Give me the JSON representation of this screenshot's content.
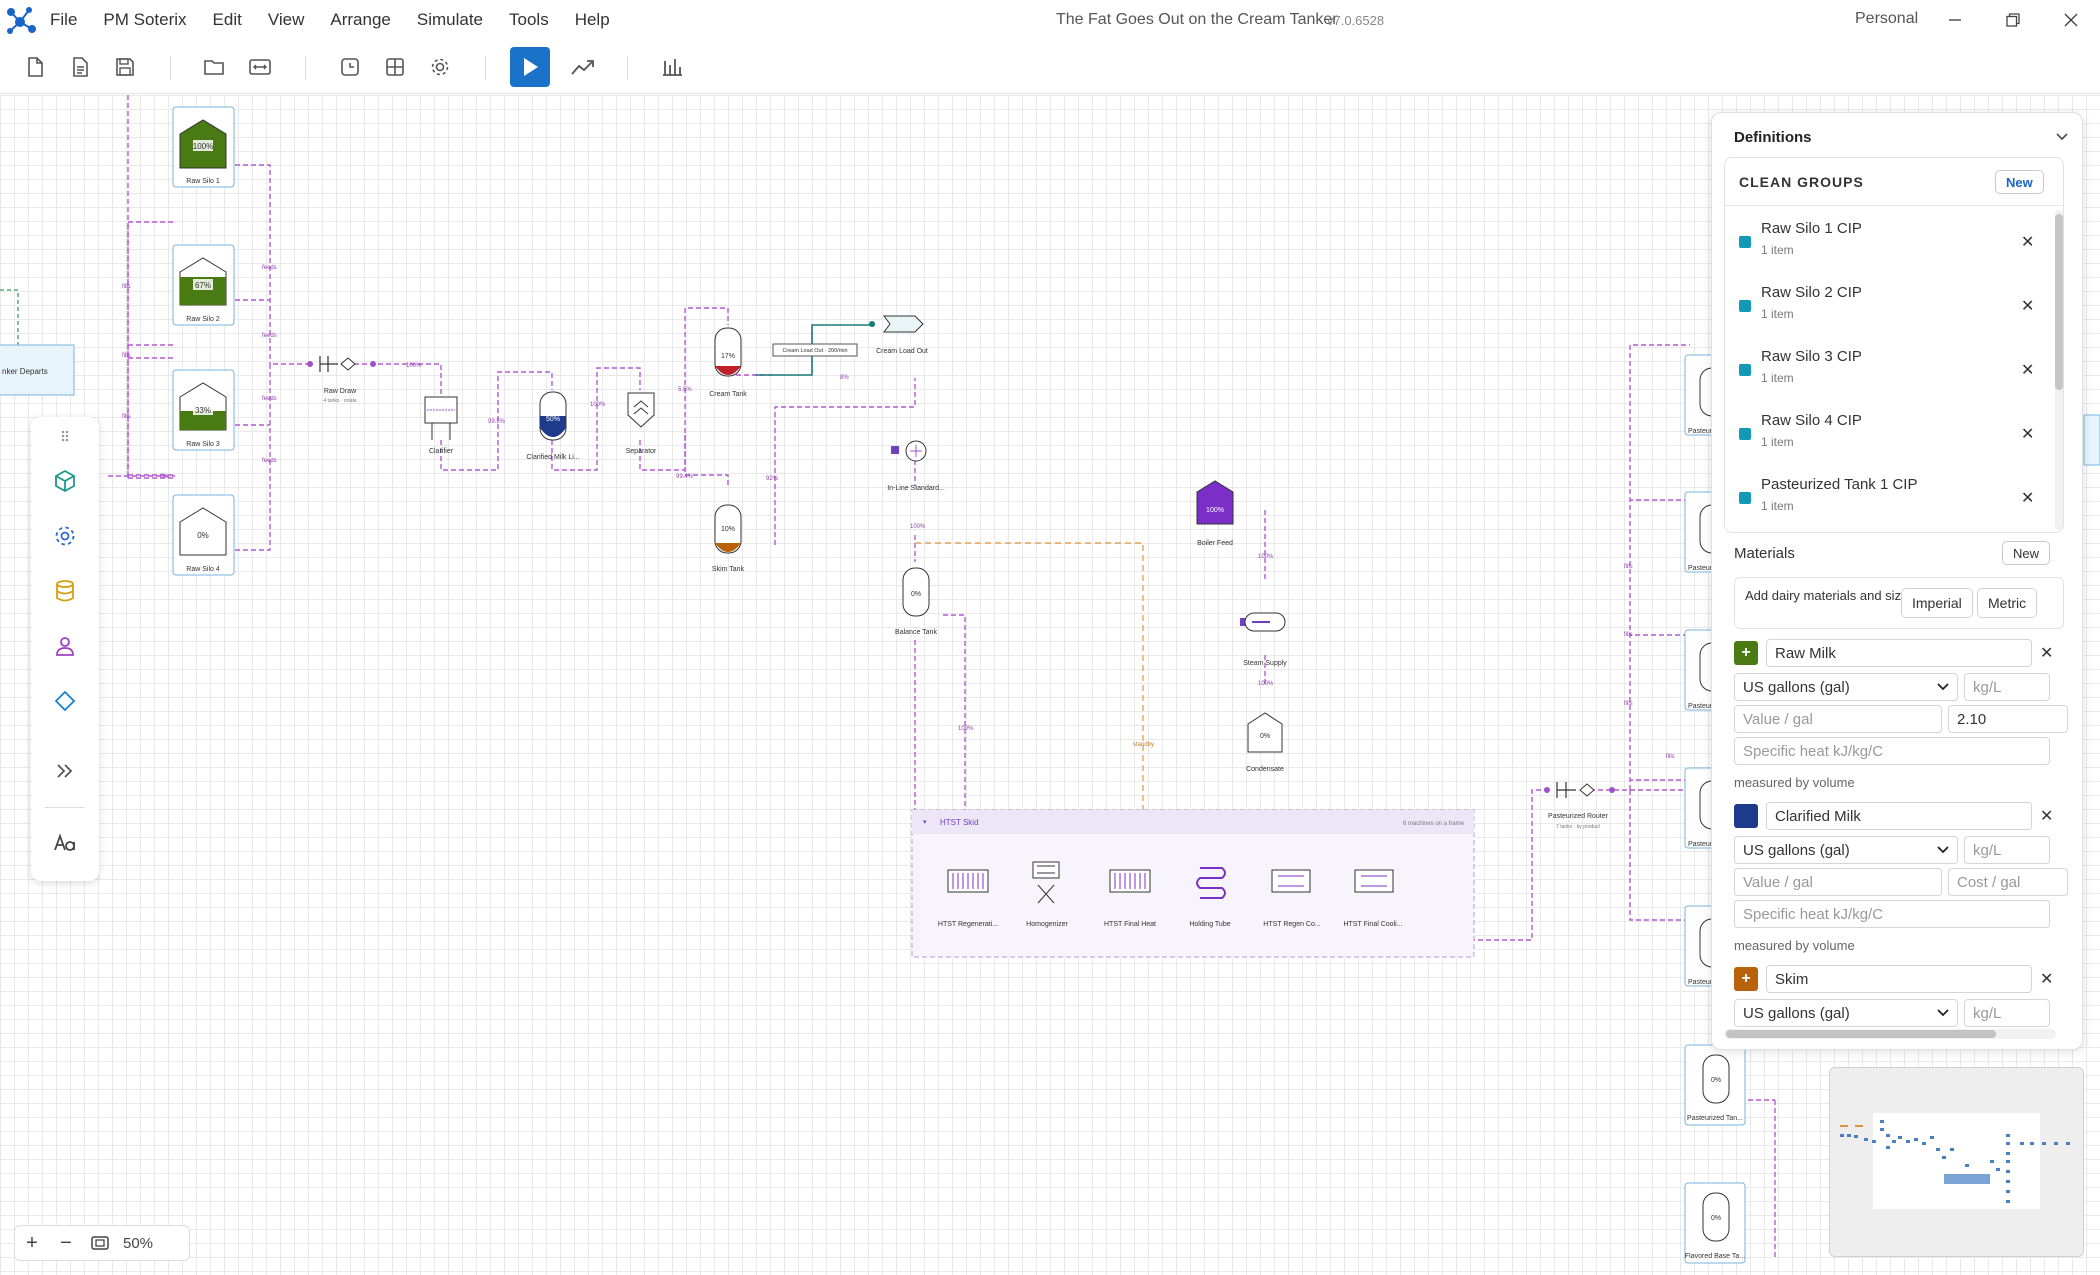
{
  "menu": {
    "items": [
      "File",
      "PM Soterix",
      "Edit",
      "View",
      "Arrange",
      "Simulate",
      "Tools",
      "Help"
    ]
  },
  "window": {
    "title": "The Fat Goes Out on the Cream Tanker",
    "version": "v7.0.6528",
    "account": "Personal"
  },
  "canvas": {
    "zoom": "50%",
    "nodes": {
      "raw_silo_1": {
        "label": "Raw Silo 1",
        "level": "100%"
      },
      "raw_silo_2": {
        "label": "Raw Silo 2",
        "level": "67%"
      },
      "raw_silo_3": {
        "label": "Raw Silo 3",
        "level": "33%"
      },
      "raw_silo_4": {
        "label": "Raw Silo 4",
        "level": "0%"
      },
      "tanker": {
        "label": "nker Departs"
      },
      "raw_draw": {
        "label": "Raw Draw",
        "sub": "4 tanks · rotate"
      },
      "clarifier": {
        "label": "Clarifier"
      },
      "clarified_milk": {
        "label": "Clarified Milk Li...",
        "level": "50%"
      },
      "separator": {
        "label": "Separator"
      },
      "cream_tank": {
        "label": "Cream Tank",
        "level": "17%"
      },
      "cream_loadout": {
        "label": "Cream Load Out",
        "rate": "Cream Load Out · 200/min"
      },
      "skim_tank": {
        "label": "Skim Tank",
        "level": "10%"
      },
      "inline_std": {
        "label": "In-Line Standard..."
      },
      "balance_tank": {
        "label": "Balance Tank",
        "level": "0%"
      },
      "boiler_feed": {
        "label": "Boiler Feed",
        "level": "100%"
      },
      "steam_supply": {
        "label": "Steam Supply"
      },
      "condensate": {
        "label": "Condensate",
        "level": "0%"
      },
      "htst_skid": {
        "title": "HTST Skid",
        "info": "6 machines on a frame"
      },
      "htst_regen": {
        "label": "HTST Regenerati..."
      },
      "homogenizer": {
        "label": "Homogenizer"
      },
      "htst_final_heat": {
        "label": "HTST Final Heat"
      },
      "holding_tube": {
        "label": "Holding Tube"
      },
      "htst_regen_cool": {
        "label": "HTST Regen Co..."
      },
      "htst_final_cool": {
        "label": "HTST Final Cooli..."
      },
      "past_router": {
        "label": "Pasteurized Router",
        "sub": "7 tanks · by product"
      },
      "past_tank_right": {
        "label": "Pasteurized Tan...",
        "level": "0%"
      },
      "flavored_base": {
        "label": "Flavored Base Ta...",
        "level": "0%"
      },
      "past_partial": {
        "label": "Pasteuri"
      }
    },
    "edge_labels": {
      "feeds": "feeds",
      "fills": "fills",
      "p100": "100%",
      "p99": "99.5%",
      "p55": "5.5%",
      "p944": "99.4%",
      "p92": "92%",
      "p8": "8%",
      "standby": "standby"
    }
  },
  "panel": {
    "title": "Definitions",
    "clean_groups": {
      "title": "CLEAN GROUPS",
      "new_label": "New",
      "items": [
        {
          "name": "Raw Silo 1 CIP",
          "count": "1 item"
        },
        {
          "name": "Raw Silo 2 CIP",
          "count": "1 item"
        },
        {
          "name": "Raw Silo 3 CIP",
          "count": "1 item"
        },
        {
          "name": "Raw Silo 4 CIP",
          "count": "1 item"
        },
        {
          "name": "Pasteurized Tank 1 CIP",
          "count": "1 item"
        }
      ]
    },
    "materials": {
      "title": "Materials",
      "new_label": "New",
      "intro": "Add dairy materials and sizes",
      "imperial": "Imperial",
      "metric": "Metric",
      "items": [
        {
          "name": "Raw Milk",
          "color": "#4a7a12",
          "unit": "US gallons (gal)",
          "density_ph": "kg/L",
          "value_ph": "Value / gal",
          "cost": "2.10",
          "heat_ph": "Specific heat kJ/kg/C",
          "note": "measured by volume"
        },
        {
          "name": "Clarified Milk",
          "color": "#1e3a8a",
          "unit": "US gallons (gal)",
          "density_ph": "kg/L",
          "value_ph": "Value / gal",
          "cost_ph": "Cost / gal",
          "heat_ph": "Specific heat kJ/kg/C",
          "note": "measured by volume"
        },
        {
          "name": "Skim",
          "color": "#b8620a",
          "unit": "US gallons (gal)",
          "density_ph": "kg/L"
        }
      ]
    }
  },
  "colors": {
    "accent": "#1a73c8",
    "play": "#1a73c8",
    "purple_line": "#b050d0",
    "orange_line": "#e0a050",
    "teal": "#1399b8"
  }
}
